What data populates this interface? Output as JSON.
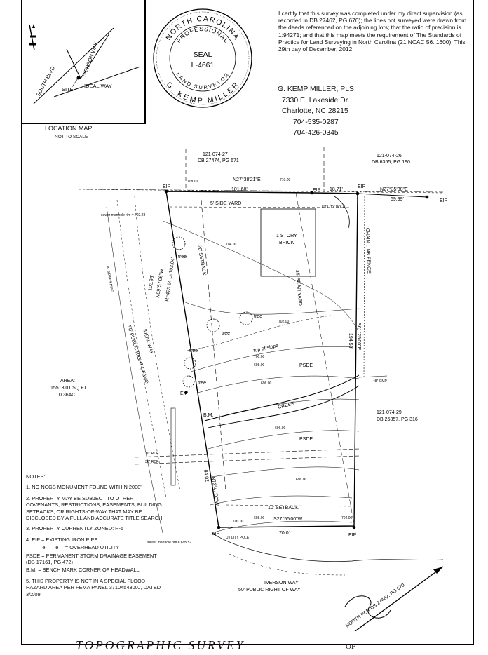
{
  "location_map": {
    "title": "LOCATION MAP",
    "subtitle": "NOT TO SCALE",
    "south_blvd": "SOUTH BLVD",
    "iverson_way": "IVERSON WAY",
    "ideal_way": "IDEAL WAY",
    "site": "SITE"
  },
  "seal": {
    "top_text": "NORTH CAROLINA",
    "mid_text": "PROFESSIONAL",
    "label": "SEAL",
    "number": "L-4661",
    "sub_text": "LAND SURVEYOR",
    "bottom_text": "G. KEMP MILLER"
  },
  "certification": "I certify that this survey was completed under my direct supervision (as recorded in DB 27462, PG 670); the lines not surveyed were drawn from the deeds referenced on the adjoining lots; that the ratio of precision is 1:94271; and that this map meets the requirement of The Standards of Practice for Land Surveying in North Carolina (21 NCAC 56. 1600). This 29th day of December, 2012.",
  "surveyor": {
    "name": "G. KEMP MILLER, PLS",
    "street": "7330 E. Lakeside Dr.",
    "city": "Charlotte, NC 28215",
    "phone1": "704-535-0287",
    "phone2": "704-426-0345"
  },
  "plat": {
    "parcel_top_id": "121-074-27",
    "parcel_top_ref": "DB 27474, PG 671",
    "parcel_right_id": "121-074-26",
    "parcel_right_ref": "DB 6365, PG 190",
    "parcel_bottom_right_id": "121-074-29",
    "parcel_bottom_right_ref": "DB 26857, PG 316",
    "bearing_top": "N27°38'21\"E",
    "dist_top": "101.68'",
    "dist_top_ext": "18.71'",
    "bearing_ext": "N27°35'38\"E",
    "dist_ext": "59.99'",
    "bearing_bottom": "S27°55'00\"W",
    "dist_bottom": "70.01'",
    "eip": "EIP",
    "side_yard": "5' SIDE YARD",
    "building_line1": "1 STORY",
    "building_line2": "BRICK",
    "setback_20": "20' SETBACK",
    "rear_yard": "35' REAR YARD",
    "setback_10": "10' SETBACK",
    "chain_fence": "CHAIN LINK FENCE",
    "tree": "tree",
    "top_of_slope": "top of slope",
    "psde": "PSDE",
    "creek": "CREEK",
    "bm": "B.M.",
    "utility_pole": "UTILITY POLE",
    "sewer_manhole_top": "sewer manhole rim = 702.28",
    "sewer_manhole_bottom": "sewer manhole rim = 695.57",
    "sewer_line": "8\" SEWER PIPE",
    "cmp": "48\" CMP",
    "rcp_1": "30\" RCP",
    "rcp_2": "36\" RCP",
    "right_bearing": "S61°25'00\"E",
    "right_dist": "194.53'",
    "left_bearing": "N69°57'06\"W",
    "left_dist": "R=473.14  L=103.04'",
    "left_dist2": "102.96'",
    "left_bottom": "N72°47'00\"W",
    "left_bottom_dist": "94.02'",
    "ideal_way_row": "IDEAL WAY",
    "ideal_way_row2": "50' PUBLIC RIGHT OF WAY",
    "area_label": "AREA:",
    "area_sqft": "15513.01 SQ.FT.",
    "area_ac": "0.36AC.",
    "iverson_way": "IVERSON WAY",
    "iverson_row": "50' PUBLIC RIGHT OF WAY",
    "north_ref": "NORTH PER DB 27462, PG 670",
    "contours": [
      "708.00",
      "710.00",
      "704.00",
      "702.00",
      "700.00",
      "698.00",
      "696.00",
      "696.00",
      "696.00",
      "698.00",
      "700.00",
      "704.00"
    ]
  },
  "notes": {
    "heading": "NOTES:",
    "items": [
      "1. NO NCGS MONUMENT FOUND WITHIN 2000'",
      "2. PROPERTY MAY BE SUBJECT TO OTHER COVENANTS, RESTRICTIONS, EASEMENTS, BUILDING SETBACKS, OR RIGHTS-OF-WAY THAT MAY BE DISCLOSED BY A FULL AND ACCURATE TITLE SEARCH.",
      "3. PROPERTY CURRENTLY ZONED: R-5",
      "4. EIP = EXISTING IRON PIPE",
      "—e——e— = OVERHEAD UTILITY",
      "PSDE = PERMANENT STORM DRAINAGE EASEMENT (DB 17161, PG 472)",
      "B.M. = BENCH MARK CORNER OF HEADWALL",
      "5. THIS PROPERTY IS NOT IN A SPECIAL FLOOD HAZARD AREA PER FEMA PANEL 3710454300J, DATED 3/2/09."
    ]
  },
  "title": "TOPOGRAPHIC SURVEY",
  "title_suffix": "OF"
}
